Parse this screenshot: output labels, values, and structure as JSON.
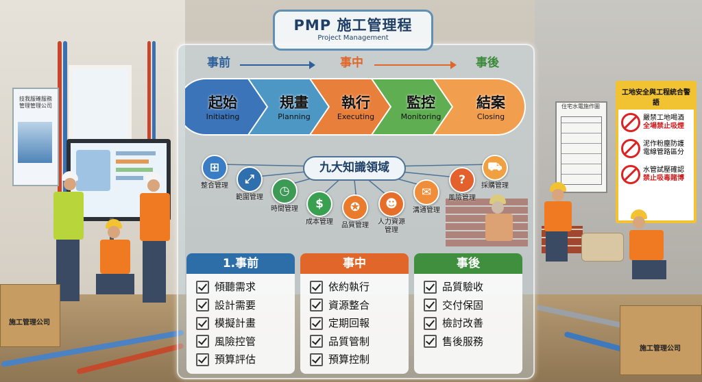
{
  "title": {
    "main": "PMP 施工管理程",
    "sub": "Project Management"
  },
  "phases": [
    {
      "label": "事前",
      "color": "#2d5f9a"
    },
    {
      "label": "事中",
      "color": "#e0662a"
    },
    {
      "label": "事後",
      "color": "#3a8a3a"
    }
  ],
  "process": [
    {
      "name": "起始",
      "en": "Initiating",
      "color": "#3b74b8"
    },
    {
      "name": "規畫",
      "en": "Planning",
      "color": "#4d97c5"
    },
    {
      "name": "執行",
      "en": "Executing",
      "color": "#e87f3a"
    },
    {
      "name": "監控",
      "en": "Monitoring",
      "color": "#5fae52"
    },
    {
      "name": "結案",
      "en": "Closing",
      "color": "#f29e4f"
    }
  ],
  "hub": "九大知識領域",
  "knowledge_areas": [
    {
      "label": "整合管理",
      "icon": "hierarchy-icon",
      "glyph": "⊞",
      "color": "#3a7dc4"
    },
    {
      "label": "範圍管理",
      "icon": "scope-icon",
      "glyph": "⤢",
      "color": "#2f6fae"
    },
    {
      "label": "時間管理",
      "icon": "clock-icon",
      "glyph": "◷",
      "color": "#3c9a54"
    },
    {
      "label": "成本管理",
      "icon": "dollar-icon",
      "glyph": "$",
      "color": "#38a04f"
    },
    {
      "label": "品質管理",
      "icon": "quality-badge-icon",
      "glyph": "✪",
      "color": "#ea7a2c"
    },
    {
      "label": "人力資源\n管理",
      "icon": "people-icon",
      "glyph": "☻",
      "color": "#e56f2a"
    },
    {
      "label": "溝通管理",
      "icon": "chat-icon",
      "glyph": "✉",
      "color": "#ef8d3b"
    },
    {
      "label": "風險管理",
      "icon": "risk-shield-icon",
      "glyph": "?",
      "color": "#e2612d"
    },
    {
      "label": "採購管理",
      "icon": "cart-icon",
      "glyph": "⛟",
      "color": "#f0a040"
    }
  ],
  "cards": [
    {
      "head": "1.事前",
      "color": "#2d6ea9",
      "items": [
        "傾聽需求",
        "設計需要",
        "模擬計畫",
        "風險控管",
        "預算評估"
      ]
    },
    {
      "head": "事中",
      "color": "#e0662a",
      "items": [
        "依約執行",
        "資源整合",
        "定期回報",
        "品質管制",
        "預算控制"
      ]
    },
    {
      "head": "事後",
      "color": "#3f8f3f",
      "items": [
        "品質驗收",
        "交付保固",
        "檢討改善",
        "售後服務"
      ]
    }
  ],
  "background": {
    "left_poster": "技我服確服務管理管理公司",
    "blueprint_title": "住宅水電施作圖",
    "warning": {
      "title": "工地安全與工程統合警語",
      "rows": [
        {
          "line1": "嚴禁工地喝酒",
          "line2": "全場禁止吸煙"
        },
        {
          "line1": "泥作粉塵防護",
          "line2": "電線管路區分"
        },
        {
          "line1": "水管試壓確認",
          "line2": "禁止吸毒賭博"
        }
      ]
    },
    "box_left": "施工管理公司",
    "box_right": "施工管理公司"
  }
}
